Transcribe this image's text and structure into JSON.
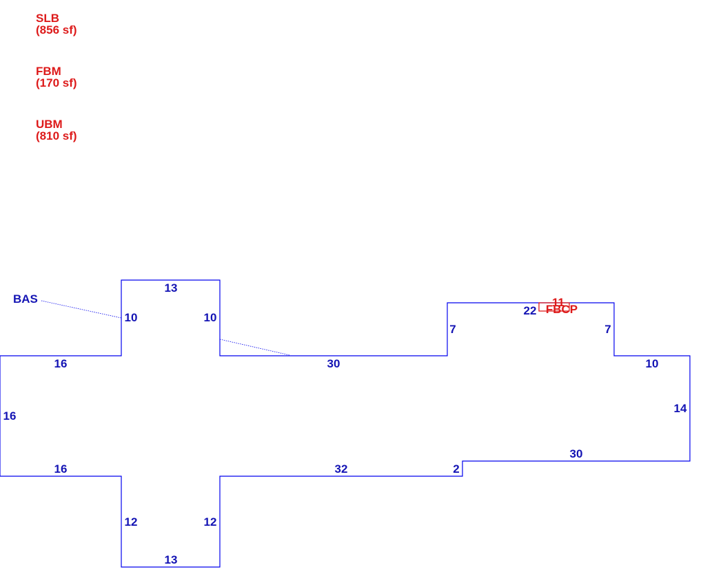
{
  "colors": {
    "outline": "#0000ee",
    "dimension_text": "#1414b4",
    "area_text": "#dd1a1a"
  },
  "legend": [
    {
      "code": "SLB",
      "area": "(856 sf)"
    },
    {
      "code": "FBM",
      "area": "(170 sf)"
    },
    {
      "code": "UBM",
      "area": "(810 sf)"
    }
  ],
  "sketch": {
    "main_label": "BAS",
    "dimensions": {
      "top_wing_top": "13",
      "top_wing_left": "10",
      "top_wing_right": "10",
      "upper_left": "16",
      "left_side": "16",
      "lower_left": "16",
      "upper_middle": "30",
      "bump_left": "7",
      "bump_top": "22",
      "bump_right": "7",
      "upper_right": "10",
      "right_side": "14",
      "lower_right": "30",
      "step": "2",
      "lower_middle": "32",
      "bottom_wing_left": "12",
      "bottom_wing_right": "12",
      "bottom_wing_bottom": "13"
    },
    "small_area": {
      "label": "FBCP",
      "dimension": "11"
    }
  }
}
